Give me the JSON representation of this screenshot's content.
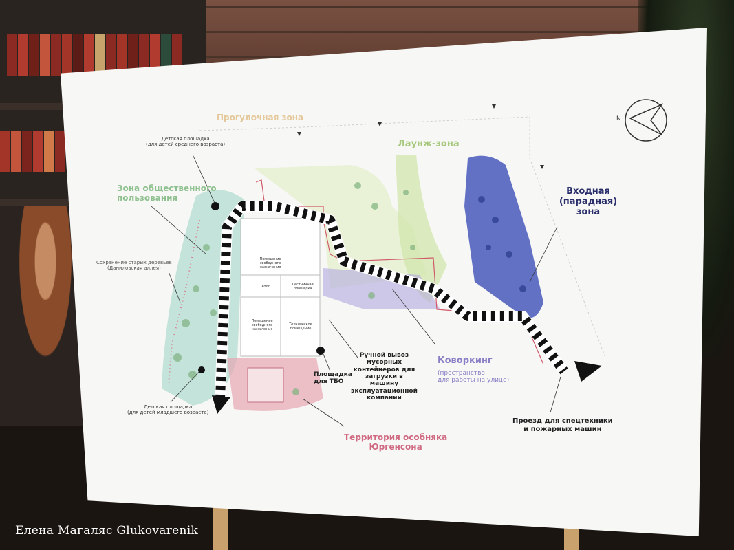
{
  "board": {
    "labels": {
      "walk_zone": "Прогулочная зона",
      "lounge_zone": "Лаунж-зона",
      "entrance_zone_1": "Входная",
      "entrance_zone_2": "(парадная)",
      "entrance_zone_3": "зона",
      "public_zone_1": "Зона общественного",
      "public_zone_2": "пользования",
      "playground_mid_1": "Детская площадка",
      "playground_mid_2": "(для детей среднего возраста)",
      "old_trees_1": "Сохранение старых деревьев",
      "old_trees_2": "(Даниловская аллея)",
      "playground_young_1": "Детская площадка",
      "playground_young_2": "(для детей младшего возраста)",
      "waste_site_1": "Площадка",
      "waste_site_2": "для ТБО",
      "manual_removal_1": "Ручной вывоз",
      "manual_removal_2": "мусорных",
      "manual_removal_3": "контейнеров для",
      "manual_removal_4": "загрузки в",
      "manual_removal_5": "машину",
      "manual_removal_6": "эксплуатационной",
      "manual_removal_7": "компании",
      "coworking": "Коворкинг",
      "coworking_sub_1": "(пространство",
      "coworking_sub_2": "для работы на улице)",
      "mansion_1": "Территория особняка",
      "mansion_2": "Юргенсона",
      "vehicle_access_1": "Проезд для спецтехники",
      "vehicle_access_2": "и пожарных машин",
      "compass_letter": "N"
    },
    "building_rooms": {
      "room_1": "Помещение свободного назначения",
      "room_2": "Холл",
      "room_3": "Лестничная площадка",
      "room_4": "Помещение свободного назначения",
      "room_5": "Техническое помещение"
    }
  },
  "photo_caption": "Елена Магаляс Glukovarenik",
  "colors": {
    "board": "#f7f7f5",
    "public_zone": "#9bd3c2",
    "entrance_zone": "#3c4fb8",
    "coworking_zone": "#b3a9e0",
    "mansion_zone": "#e7a6b4",
    "lounge_zone": "#cfe6a8",
    "route_arrow": "#111111"
  }
}
